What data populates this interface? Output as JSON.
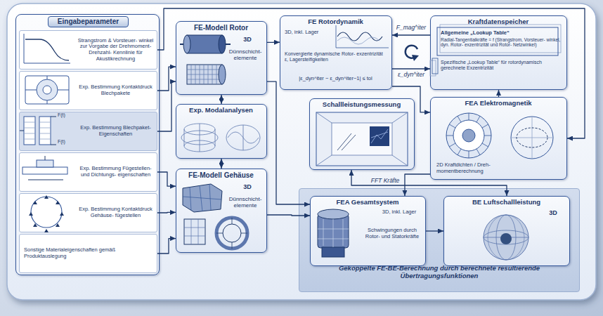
{
  "diagram": {
    "nodes": [
      {
        "text": [
          "Eingabeparameter"
        ]
      },
      {
        "text": [
          "Strangstrom & Vorsteuer- winkel zur Vorgabe der Drehmoment-Drehzahl- Kennlinie für Akustikrechnung"
        ],
        "in": 0
      },
      {
        "text": [
          "Exp. Bestimmung Kontaktdruck Blechpakete"
        ],
        "in": 0
      },
      {
        "text": [
          "Exp. Bestimmung Blechpaket- Eigenschaften"
        ],
        "in": 0
      },
      {
        "text": [
          "Exp. Bestimmung Fügestellen- und Dichtungs- eigenschaften"
        ],
        "in": 0
      },
      {
        "text": [
          "Exp. Bestimmung Kontaktdruck Gehäuse- fügestellen"
        ],
        "in": 0
      },
      {
        "text": [
          "Sonstige Materialeigenschaften gemäß Produktauslegung"
        ],
        "in": 0
      },
      {
        "text": [
          "FE-Modell Rotor",
          "3D",
          "Dünnschicht- elemente"
        ]
      },
      {
        "text": [
          "Exp. Modalanalysen"
        ]
      },
      {
        "text": [
          "FE-Modell Gehäuse",
          "3D",
          "Dünnschicht- elemente"
        ]
      },
      {
        "text": [
          "FE Rotordynamik",
          "3D, inkl. Lager",
          "Konvergierte dynamische Rotor- exzentrizität ε, Lagersteifigkeiten",
          "|ε_dyn^iter − ε_dyn^iter−1| ≤ tol"
        ]
      },
      {
        "text": [
          "Kraftdatenspeicher",
          "Allgemeine „Lookup Table“",
          "Radial-Tangentialkräfte = f (Strangstrom, Vorsteuer- winkel, dyn. Rotor- exzentrizität und Rotor- Netzwinkel)",
          "Spezifische „Lookup Table“ für rotordynamisch gerechnete Exzentrizität"
        ]
      },
      {
        "text": [
          "Schallleistungsmessung"
        ]
      },
      {
        "text": [
          "FEA Elektromagnetik",
          "2D Kraftdichten / Dreh- momentberechnung"
        ]
      },
      {
        "text": [
          "Gekoppelte FE-BE-Berechnung durch berechnete resultierende Übertragungsfunktionen"
        ]
      },
      {
        "text": [
          "FEA Gesamtsystem",
          "3D, inkl. Lager",
          "Schwingungen durch Rotor- und Statorkräfte"
        ],
        "in": 14
      },
      {
        "text": [
          "BE Luftschallleistung",
          "3D"
        ],
        "in": 14
      }
    ],
    "edges": [
      {
        "from": 1,
        "to": 13,
        "arrow": "to"
      },
      {
        "from": 2,
        "to": 7,
        "arrow": "to"
      },
      {
        "from": 3,
        "to": 7,
        "arrow": "to"
      },
      {
        "from": 4,
        "to": 9,
        "arrow": "to"
      },
      {
        "from": 5,
        "to": 9,
        "arrow": "to"
      },
      {
        "from": 6,
        "to": 9,
        "arrow": "to"
      },
      {
        "from": 7,
        "to": 10,
        "arrow": "to"
      },
      {
        "from": 7,
        "to": 8,
        "arrow": "both"
      },
      {
        "from": 8,
        "to": 9,
        "arrow": "both"
      },
      {
        "from": 9,
        "to": 15,
        "arrow": "to"
      },
      {
        "from": 7,
        "to": 15,
        "arrow": "to"
      },
      {
        "from": 11,
        "to": 10,
        "label": "F_mag^iter",
        "arrow": "to"
      },
      {
        "from": 10,
        "to": 11,
        "label": "ε_dyn^iter",
        "arrow": "to"
      },
      {
        "from": 10,
        "to": 13,
        "arrow": "to"
      },
      {
        "from": 13,
        "to": 11,
        "arrow": "to"
      },
      {
        "from": 13,
        "to": 15,
        "label": "FFT Kräfte",
        "arrow": "to"
      },
      {
        "from": 15,
        "to": 16,
        "arrow": "to"
      },
      {
        "from": 12,
        "to": 16,
        "arrow": "both"
      }
    ],
    "labels": [
      "F(t)",
      "F(t)"
    ]
  }
}
